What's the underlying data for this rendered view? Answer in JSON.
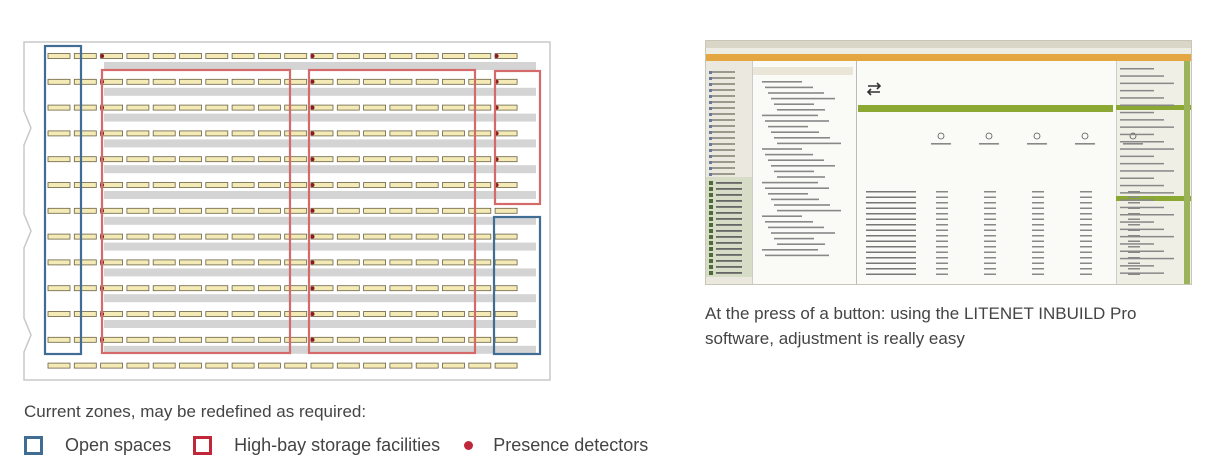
{
  "legend": {
    "caption": "Current zones, may be redefined as required:",
    "items": [
      {
        "label": "Open spaces",
        "color": "#3f6d94"
      },
      {
        "label": "High-bay storage facilities",
        "color": "#c0283a"
      },
      {
        "label": "Presence detectors",
        "color": "#c0283a"
      }
    ]
  },
  "software": {
    "caption": "At the press of a button: using the LITENET INBUILD Pro software, adjustment is really easy"
  },
  "colors": {
    "luminaire_fill": "#f4eab6",
    "luminaire_stroke": "#6b6244",
    "shelf": "#d4d4d4",
    "open_zone": "#3f6d94",
    "storage_zone": "#d46a6a",
    "detector": "#8a1a22",
    "sw_orange": "#e3a640",
    "sw_green": "#8aa832"
  }
}
